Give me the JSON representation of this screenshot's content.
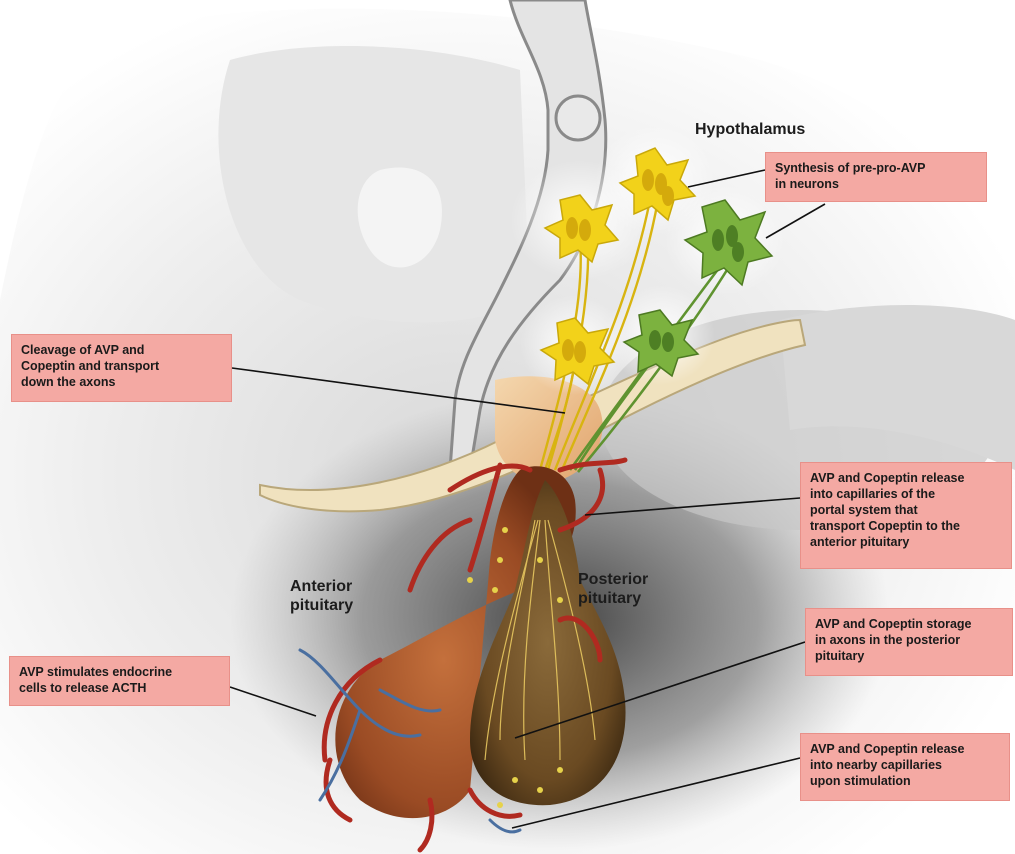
{
  "labels": {
    "hypothalamus": "Hypothalamus",
    "anterior_pituitary": "Anterior\npituitary",
    "posterior_pituitary": "Posterior\npituitary"
  },
  "callouts": {
    "synthesis": "Synthesis of pre-pro-AVP\nin neurons",
    "cleavage": "Cleavage of AVP and\nCopeptin and transport\ndown the axons",
    "portal_release": "AVP and Copeptin release\ninto capillaries of the\nportal system that\ntransport Copeptin to the\nanterior pituitary",
    "storage": "AVP and Copeptin storage\nin axons in the posterior\npituitary",
    "acth": "AVP stimulates endocrine\ncells to release ACTH",
    "nearby_release": "AVP and Copeptin release\ninto nearby capillaries\nupon stimulation"
  },
  "colors": {
    "callout_fill": "#f4a9a3",
    "neuron_yellow": "#f2d21a",
    "neuron_green": "#6fa336",
    "vessel_red": "#b02a20",
    "gland_brown": "#a65a2e"
  }
}
